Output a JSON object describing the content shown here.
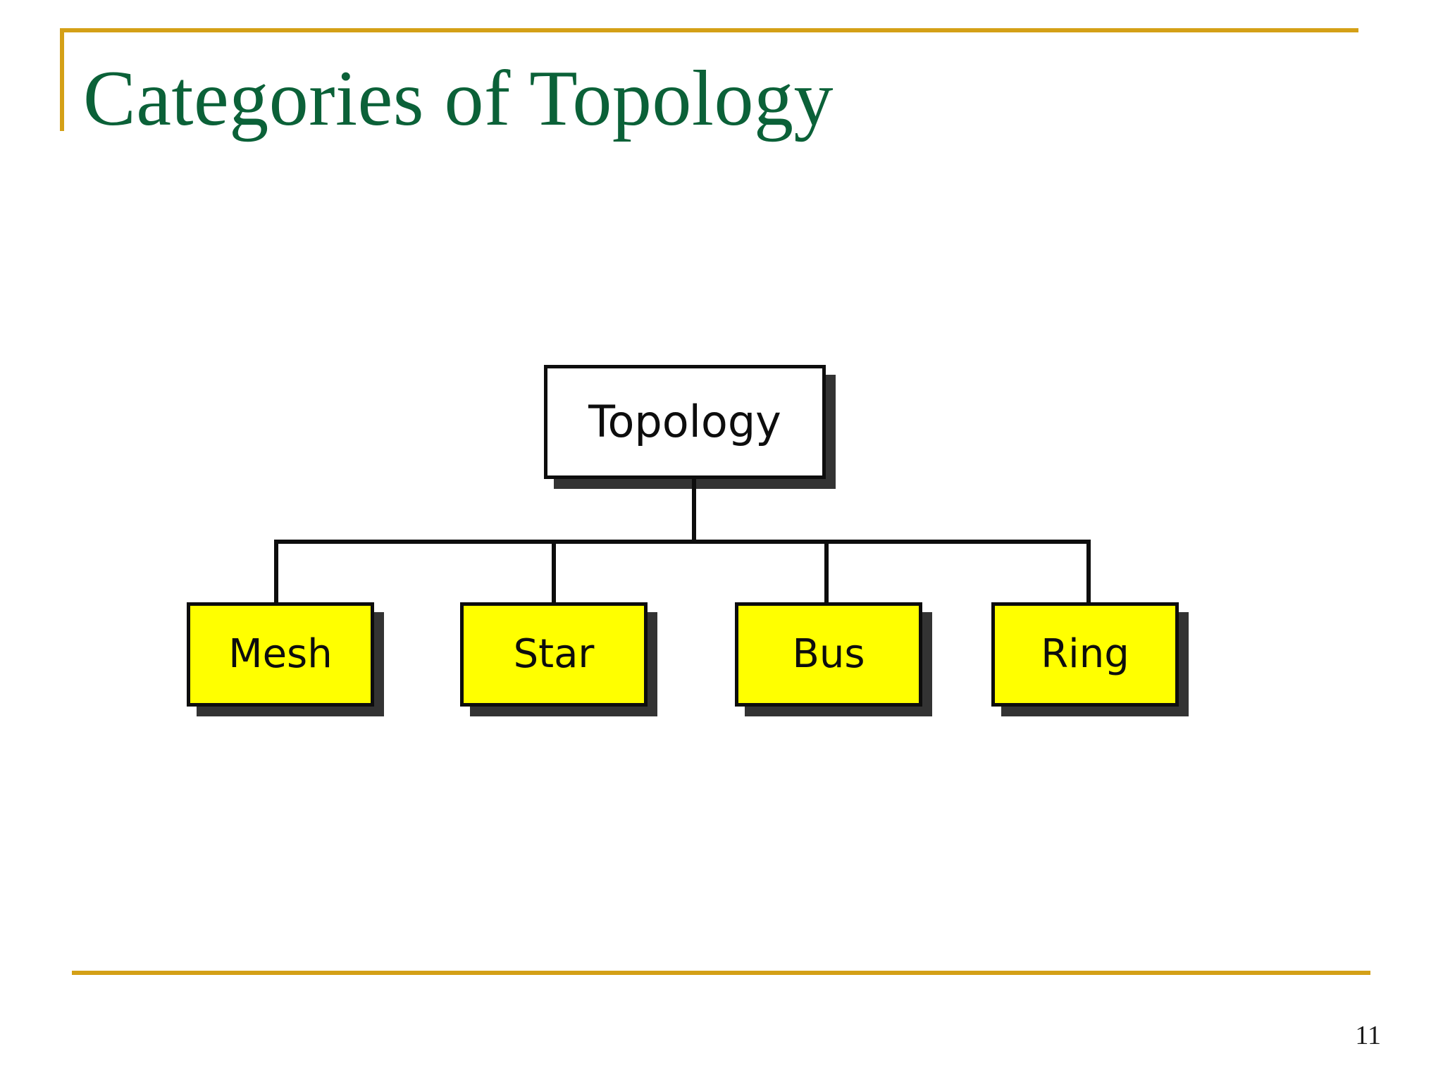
{
  "slide": {
    "title": "Categories of Topology",
    "page_number": "11",
    "title_color": "#0B6138",
    "accent_color": "#D4A017",
    "background_color": "#FFFFFF"
  },
  "diagram": {
    "type": "hierarchy-tree",
    "root": {
      "label": "Topology",
      "fill": "#FFFFFF",
      "border": "#0D0D0D",
      "shadow": "#333333"
    },
    "children": [
      {
        "label": "Mesh",
        "fill": "#FFFF00",
        "border": "#0D0D0D",
        "shadow": "#333333"
      },
      {
        "label": "Star",
        "fill": "#FFFF00",
        "border": "#0D0D0D",
        "shadow": "#333333"
      },
      {
        "label": "Bus",
        "fill": "#FFFF00",
        "border": "#0D0D0D",
        "shadow": "#333333"
      },
      {
        "label": "Ring",
        "fill": "#FFFF00",
        "border": "#0D0D0D",
        "shadow": "#333333"
      }
    ]
  }
}
